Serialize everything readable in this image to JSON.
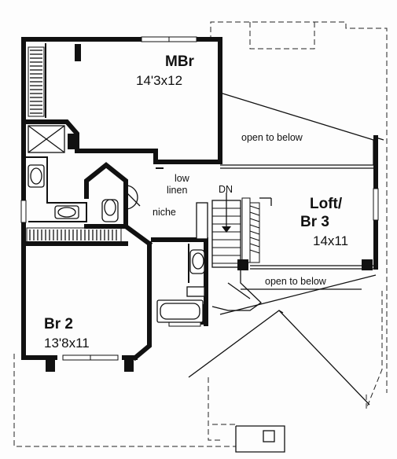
{
  "rooms": {
    "mbr": {
      "name": "MBr",
      "size": "14'3x12"
    },
    "br2": {
      "name": "Br 2",
      "size": "13'8x11"
    },
    "loft": {
      "name_line1": "Loft/",
      "name_line2": "Br 3",
      "size": "14x11"
    }
  },
  "notes": {
    "open_upper": "open to below",
    "open_lower": "open to below",
    "low_linen_1": "low",
    "low_linen_2": "linen",
    "niche": "niche",
    "stair_dn": "DN"
  }
}
